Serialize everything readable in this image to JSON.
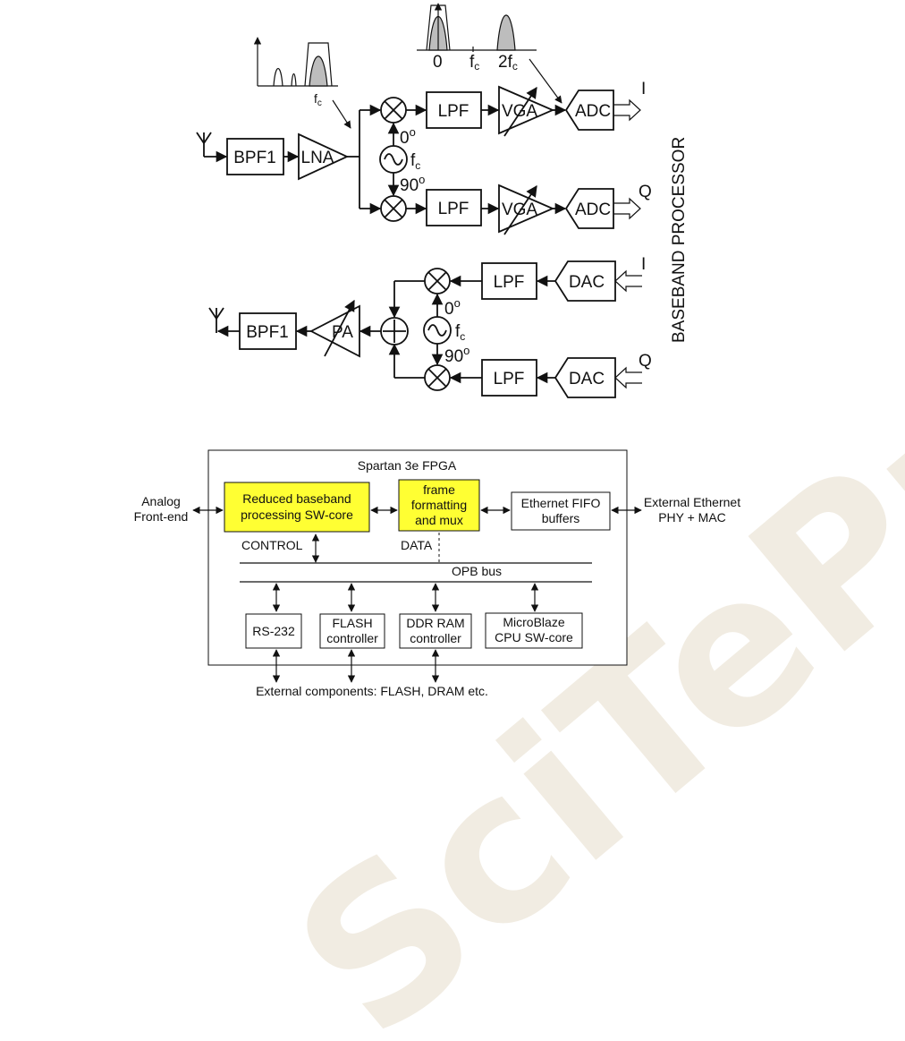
{
  "watermark": {
    "text": "SciTePress",
    "color": "#f1ece2"
  },
  "spectrum_top": {
    "fc": "f",
    "fc_sub": "c"
  },
  "spectrum_right": {
    "zero": "0",
    "fc": "f",
    "fc_sub": "c",
    "twofc": "2f",
    "twofc_sub": "c"
  },
  "receiver": {
    "bpf": "BPF1",
    "lna": "LNA",
    "lpf_i": "LPF",
    "lpf_q": "LPF",
    "vga_i": "VGA",
    "vga_q": "VGA",
    "adc_i": "ADC",
    "adc_q": "ADC",
    "out_i": "I",
    "out_q": "Q",
    "lo_freq": "f",
    "lo_freq_sub": "c",
    "phase0": "0",
    "phase0_sup": "o",
    "phase90": "90",
    "phase90_sup": "o"
  },
  "transmitter": {
    "bpf": "BPF1",
    "pa": "PA",
    "lpf_i": "LPF",
    "lpf_q": "LPF",
    "dac_i": "DAC",
    "dac_q": "DAC",
    "in_i": "I",
    "in_q": "Q",
    "lo_freq": "f",
    "lo_freq_sub": "c",
    "phase0": "0",
    "phase0_sup": "o",
    "phase90": "90",
    "phase90_sup": "o"
  },
  "baseband_label": "BASEBAND PROCESSOR",
  "fpga": {
    "title": "Spartan 3e FPGA",
    "highlight_color": "#ffff33",
    "left_label_1": "Analog",
    "left_label_2": "Front-end",
    "right_label_1": "External Ethernet",
    "right_label_2": "PHY + MAC",
    "baseband_core_1": "Reduced baseband",
    "baseband_core_2": "processing SW-core",
    "frame_1": "frame",
    "frame_2": "formatting",
    "frame_3": "and mux",
    "eth_fifo_1": "Ethernet FIFO",
    "eth_fifo_2": "buffers",
    "control": "CONTROL",
    "data": "DATA",
    "bus": "OPB bus",
    "rs232": "RS-232",
    "flash_1": "FLASH",
    "flash_2": "controller",
    "ddr_1": "DDR  RAM",
    "ddr_2": "controller",
    "mb_1": "MicroBlaze",
    "mb_2": "CPU SW-core",
    "external": "External components: FLASH, DRAM etc."
  }
}
